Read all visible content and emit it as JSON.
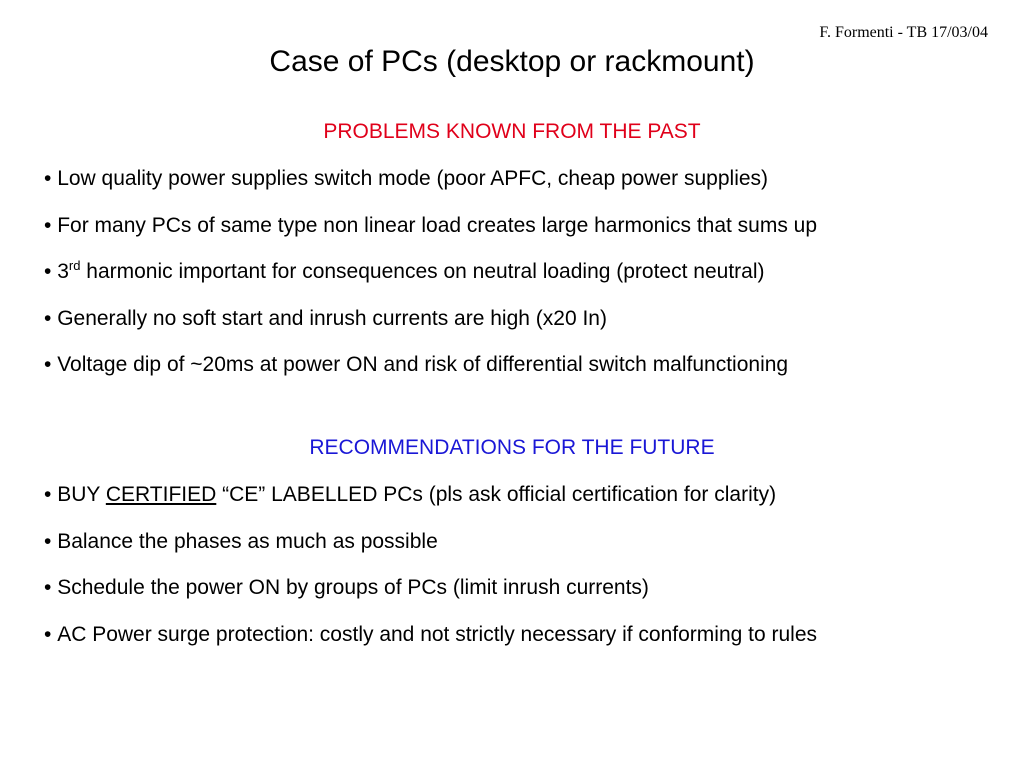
{
  "header": {
    "author": "F. Formenti - TB 17/03/04"
  },
  "title": "Case of PCs (desktop or rackmount)",
  "problems": {
    "heading": "PROBLEMS KNOWN FROM THE PAST",
    "items": [
      "Low quality power supplies switch mode (poor APFC, cheap power supplies)",
      "For many PCs of same type non linear load creates large harmonics that sums up",
      {
        "pre": "3",
        "sup": "rd",
        "post": " harmonic important for consequences on neutral loading (protect neutral)"
      },
      "Generally no soft start and inrush currents are high (x20 In)",
      "Voltage dip of ~20ms at power ON and risk of differential switch malfunctioning"
    ]
  },
  "recommendations": {
    "heading": "RECOMMENDATIONS FOR THE FUTURE",
    "items": [
      {
        "pre": "BUY ",
        "underlined": "CERTIFIED",
        "post": " “CE” LABELLED PCs (pls ask official certification for clarity)"
      },
      "Balance the phases as much as possible",
      "Schedule the power ON by groups of PCs (limit inrush currents)",
      "AC Power surge protection: costly and not strictly necessary if conforming to rules"
    ]
  },
  "colors": {
    "problems_heading": "#e0001a",
    "recommendations_heading": "#1a17d6"
  }
}
